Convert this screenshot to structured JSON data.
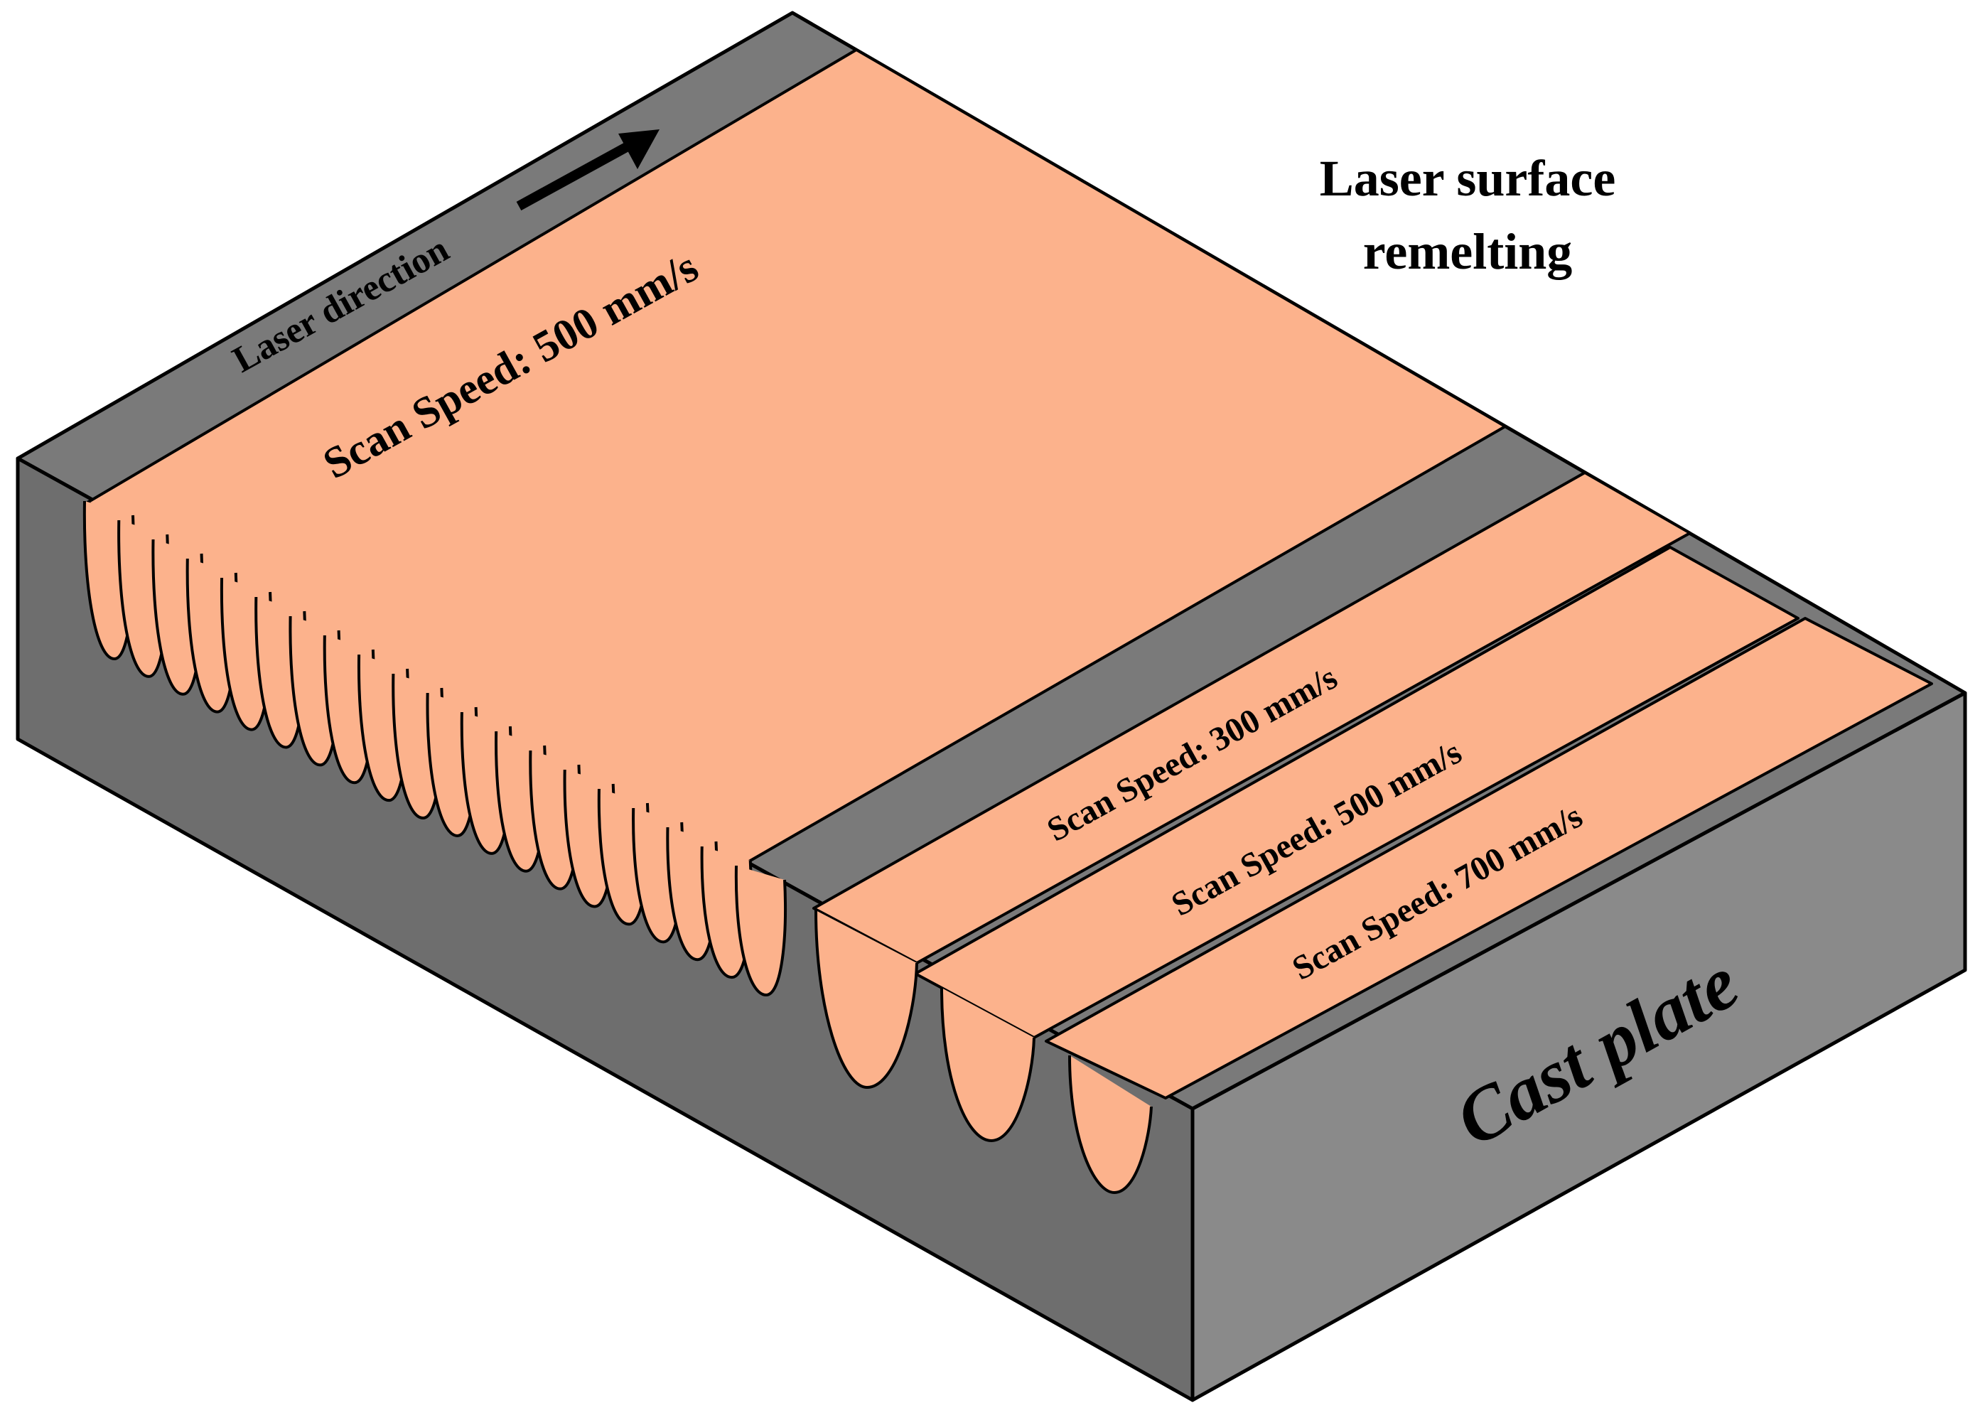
{
  "title": {
    "line1": "Laser surface",
    "line2": "remelting"
  },
  "laser_direction": {
    "label": "Laser direction"
  },
  "regions": {
    "large_area": {
      "label": "Scan Speed: 500 mm/s"
    },
    "track_1": {
      "label": "Scan Speed: 300 mm/s"
    },
    "track_2": {
      "label": "Scan Speed: 500 mm/s"
    },
    "track_3": {
      "label": "Scan Speed: 700 mm/s"
    }
  },
  "block": {
    "label": "Cast plate"
  },
  "colors": {
    "melt": "#FCB28C",
    "top_gray": "#7A7A7A",
    "left_face": "#6E6E6E",
    "right_face": "#8A8A8A",
    "outline": "#000000"
  }
}
